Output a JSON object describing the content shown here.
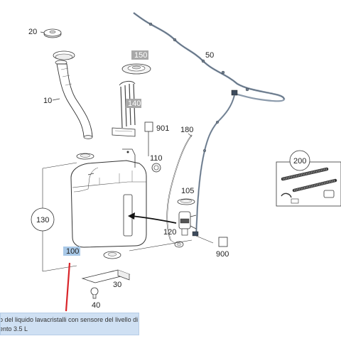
{
  "parts": {
    "p20": "20",
    "p10": "10",
    "p150": "150",
    "p140": "140",
    "p901": "901",
    "p180": "180",
    "p50": "50",
    "p110": "110",
    "p105": "105",
    "p120": "120",
    "p900": "900",
    "p130": "130",
    "p100": "100",
    "p30": "30",
    "p40": "40",
    "p200": "200"
  },
  "tooltip": {
    "line1": "o del liquido lavacristalli con sensore del livello di",
    "line2": "ento 3.5 L"
  },
  "colors": {
    "highlight_label": "#a9c9e8",
    "grey_label": "#a8a8a8",
    "hose": "#8b9aab",
    "leader_red": "#d9252a",
    "tooltip_bg": "#cfe0f3"
  }
}
